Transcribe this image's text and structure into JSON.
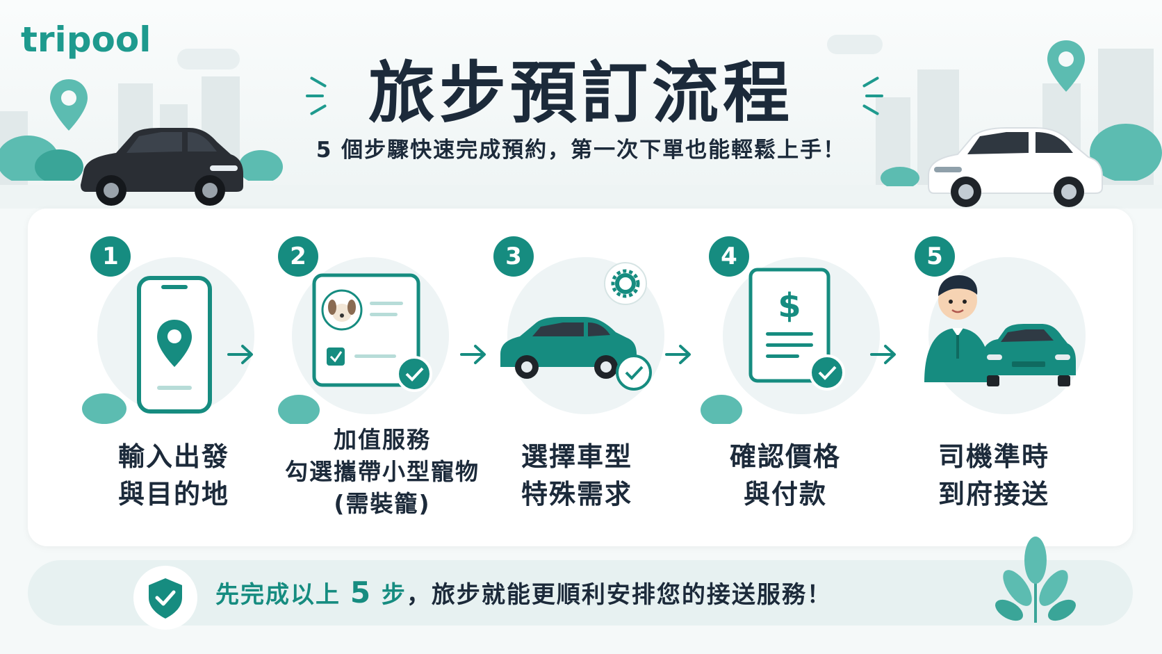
{
  "brand": {
    "logo_text": "tripool"
  },
  "header": {
    "title": "旅步預訂流程",
    "subtitle": "5 個步驟快速完成預約，第一次下單也能輕鬆上手！"
  },
  "steps": [
    {
      "number": "1",
      "icon": "phone-location-icon",
      "lines": [
        "輸入出發",
        "與目的地"
      ]
    },
    {
      "number": "2",
      "icon": "pet-form-icon",
      "lines": [
        "加值服務",
        "勾選攜帶小型寵物",
        "(需裝籠)"
      ]
    },
    {
      "number": "3",
      "icon": "car-settings-icon",
      "lines": [
        "選擇車型",
        "特殊需求"
      ]
    },
    {
      "number": "4",
      "icon": "invoice-check-icon",
      "lines": [
        "確認價格",
        "與付款"
      ]
    },
    {
      "number": "5",
      "icon": "driver-car-icon",
      "lines": [
        "司機準時",
        "到府接送"
      ]
    }
  ],
  "footer": {
    "text_before": "先完成以上 ",
    "number": "5",
    "text_step": " 步",
    "text_after": "，旅步就能更順利安排您的接送服務！"
  },
  "colors": {
    "accent": "#168c80",
    "text": "#1c2a3a",
    "background": "#f5f9f9",
    "panel": "#ffffff"
  }
}
